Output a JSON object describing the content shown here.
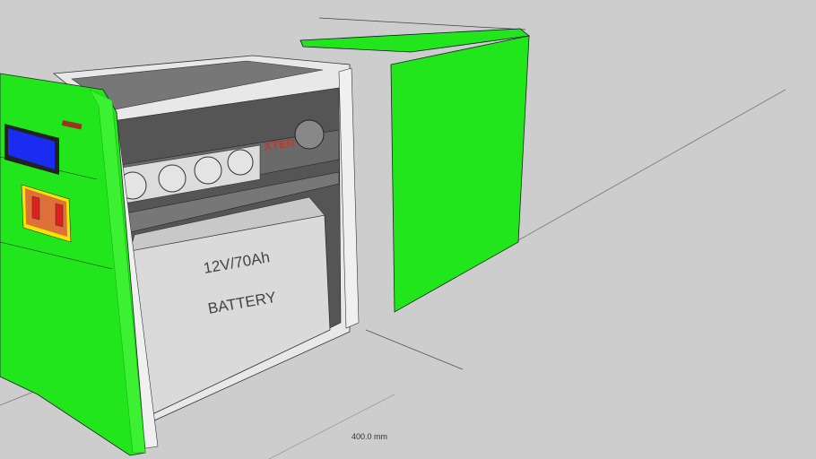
{
  "model": {
    "battery_label_line1": "12V/70Ah",
    "battery_label_line2": "BATTERY",
    "inverter_label_partial": "XTER",
    "fan_count": 4
  },
  "dimension": {
    "label": "400.0 mm"
  },
  "colors": {
    "background": "#cdcdcd",
    "enclosure_green": "#22e61c",
    "frame_gray": "#e6e6e6",
    "interior_dark": "#5a5a5a",
    "lcd_blue": "#1a2cf0",
    "switch_panel_orange": "#e0703a",
    "switch_panel_border": "#f4e600"
  }
}
